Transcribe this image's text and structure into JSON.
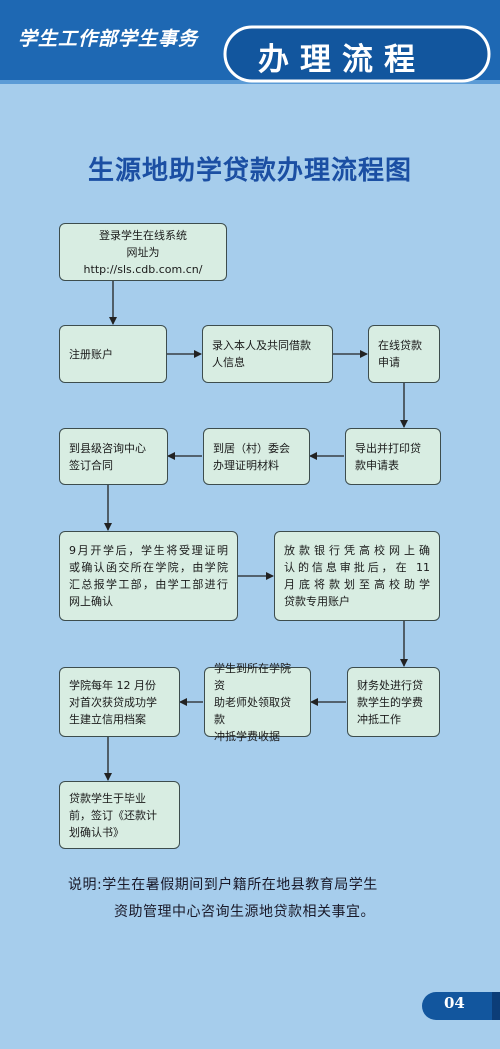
{
  "header": {
    "department_label": "学生工作部学生事务",
    "section_title": "办理流程",
    "colors": {
      "band": "#1e68b3",
      "badge": "#12569e",
      "badge_ring": "#ffffff"
    }
  },
  "diagram_title": "生源地助学贷款办理流程图",
  "steps": [
    {
      "id": "s1",
      "lines": [
        "登录学生在线系统",
        "网址为http://sls.cdb.com.cn/"
      ]
    },
    {
      "id": "s2",
      "lines": [
        "注册账户"
      ]
    },
    {
      "id": "s3",
      "lines": [
        "录入本人及共同借款",
        "人信息"
      ]
    },
    {
      "id": "s4",
      "lines": [
        "在线贷款",
        "申请"
      ]
    },
    {
      "id": "s5",
      "lines": [
        "导出并打印贷",
        "款申请表"
      ]
    },
    {
      "id": "s6",
      "lines": [
        "到居（村）委会",
        "办理证明材料"
      ]
    },
    {
      "id": "s7",
      "lines": [
        "到县级咨询中心",
        "签订合同"
      ]
    },
    {
      "id": "s8",
      "lines": [
        "9月开学后，学生将受理证明",
        "或确认函交所在学院，由学院",
        "汇总报学工部，由学工部进行",
        "网上确认"
      ]
    },
    {
      "id": "s9",
      "lines": [
        "放款银行凭高校网上确",
        "认的信息审批后，在 11",
        "月底将款划至高校助学",
        "贷款专用账户"
      ]
    },
    {
      "id": "s10",
      "lines": [
        "财务处进行贷",
        "款学生的学费",
        "冲抵工作"
      ]
    },
    {
      "id": "s11",
      "lines": [
        "学生到所在学院资",
        "助老师处领取贷款",
        "冲抵学费收据"
      ]
    },
    {
      "id": "s12",
      "lines": [
        "学院每年 12 月份",
        "对首次获贷成功学",
        "生建立信用档案"
      ]
    },
    {
      "id": "s13",
      "lines": [
        "贷款学生于毕业",
        "前，签订《还款计",
        "划确认书》"
      ]
    }
  ],
  "note": {
    "line1": "说明:学生在暑假期间到户籍所在地县教育局学生",
    "line2": "资助管理中心咨询生源地贷款相关事宜。"
  },
  "page_number": "04",
  "colors": {
    "background": "#a6cdec",
    "box_fill": "#d8ede2",
    "box_border": "#3d4d4d",
    "arrow": "#222222",
    "title": "#1b4fa3"
  }
}
